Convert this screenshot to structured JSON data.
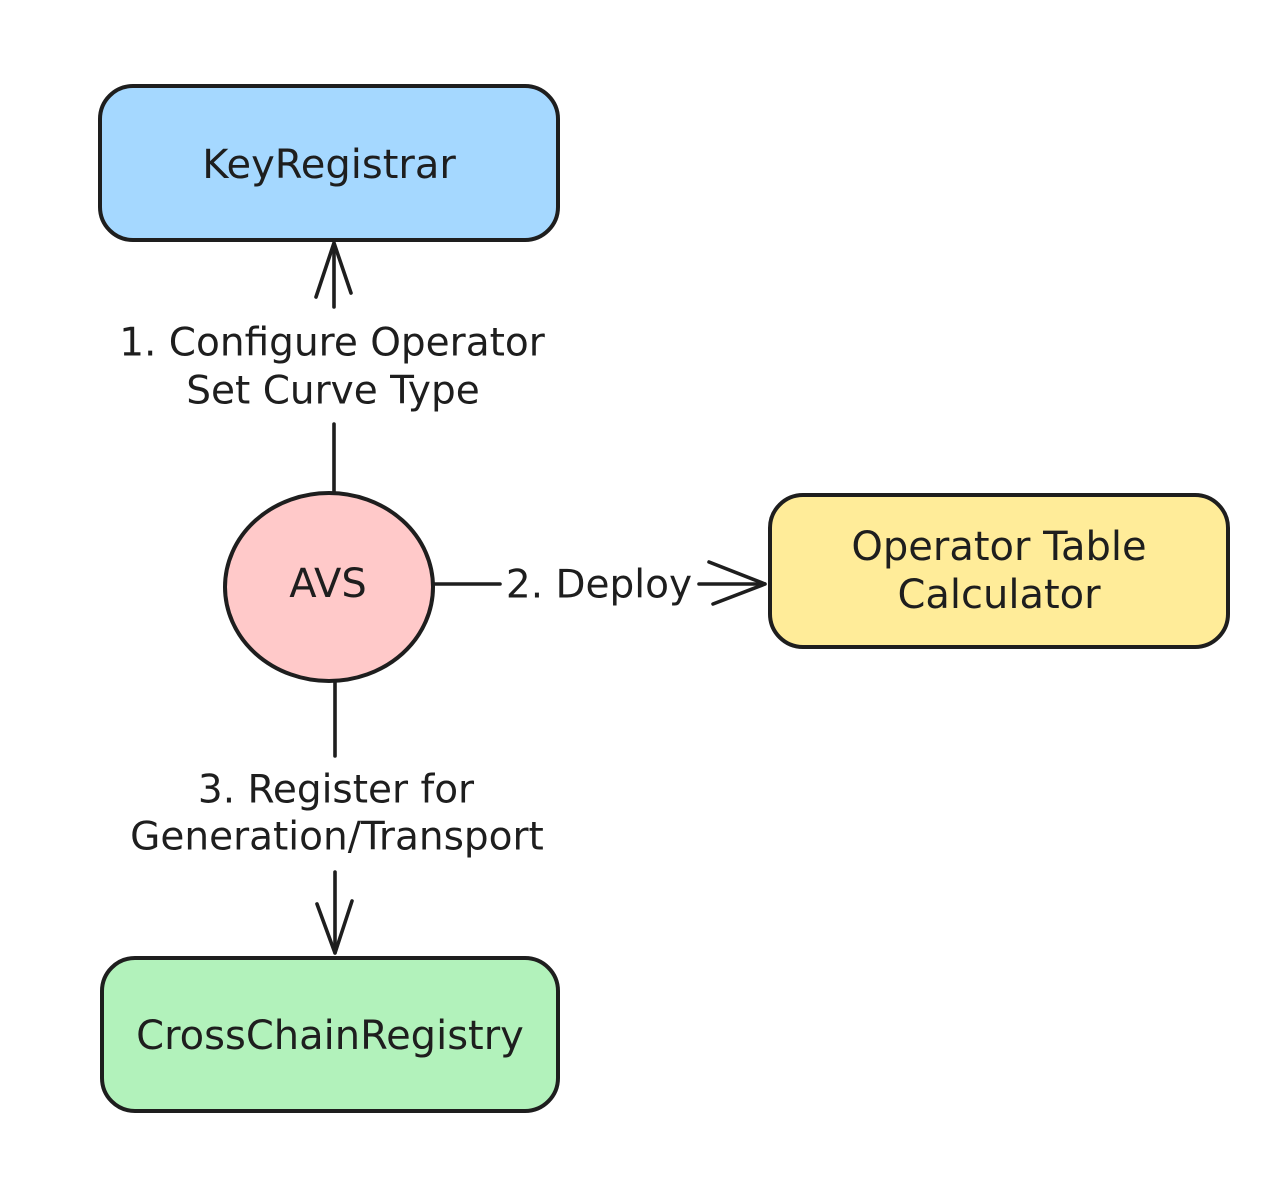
{
  "diagram": {
    "background_color": "#ffffff",
    "stroke_color": "#1e1e1e",
    "nodes": {
      "key_registrar": {
        "label": "KeyRegistrar",
        "fill": "#a5d8ff",
        "shape": "rounded-rectangle"
      },
      "avs": {
        "label": "AVS",
        "fill": "#ffc9c9",
        "shape": "ellipse"
      },
      "operator_table_calculator": {
        "label_lines": [
          "Operator Table",
          "Calculator"
        ],
        "fill": "#ffec99",
        "shape": "rounded-rectangle"
      },
      "cross_chain_registry": {
        "label": "CrossChainRegistry",
        "fill": "#b2f2bb",
        "shape": "rounded-rectangle"
      }
    },
    "edges": {
      "step1": {
        "label_lines": [
          "1. Configure Operator",
          "Set Curve Type"
        ],
        "from": "AVS",
        "to": "KeyRegistrar",
        "direction": "up"
      },
      "step2": {
        "label": "2. Deploy",
        "from": "AVS",
        "to": "Operator Table Calculator",
        "direction": "right"
      },
      "step3": {
        "label_lines": [
          "3. Register for",
          "Generation/Transport"
        ],
        "from": "AVS",
        "to": "CrossChainRegistry",
        "direction": "down"
      }
    }
  }
}
